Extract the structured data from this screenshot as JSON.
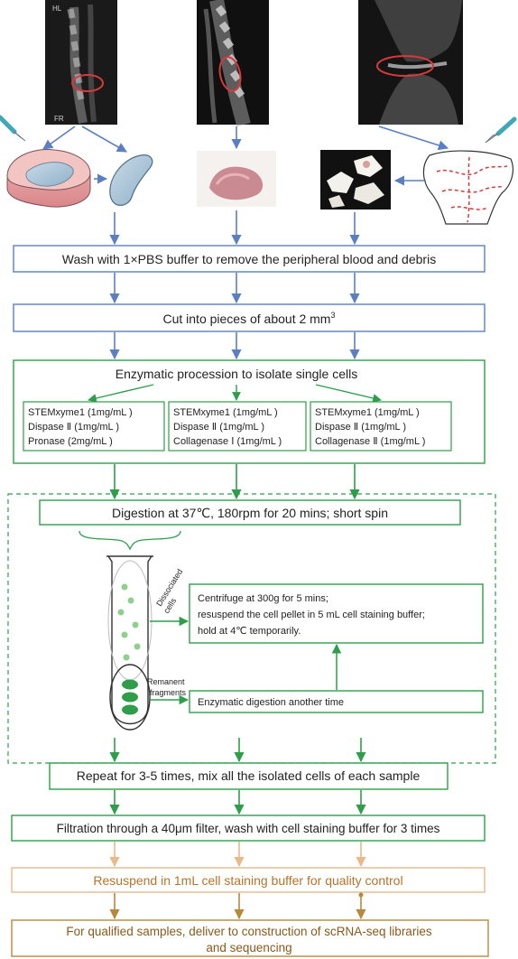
{
  "colors": {
    "blue": "#5b7fc0",
    "green": "#2e9e4a",
    "tan": "#e8b98a",
    "brown": "#b8893a",
    "text": "#222222",
    "red": "#d63a3a"
  },
  "images": {
    "mri_left_label_top": "HL",
    "mri_left_label_bottom": "FR"
  },
  "steps": {
    "wash": "Wash with 1×PBS buffer to remove the peripheral blood and debris",
    "cut_prefix": "Cut into pieces of about 2 mm",
    "cut_sup": "3",
    "enzymatic_title": "Enzymatic procession to isolate single cells",
    "digestion": "Digestion at 37℃, 180rpm for 20 mins; short spin",
    "repeat": "Repeat for 3-5 times, mix all the isolated cells of each sample",
    "filtration": "Filtration through a 40μm filter, wash with cell staining buffer for 3 times",
    "resuspend": "Resuspend in 1mL cell staining buffer for quality control",
    "qualified_line1": "For qualified samples, deliver to construction of scRNA-seq libraries",
    "qualified_line2": "and sequencing"
  },
  "enzyme_boxes": [
    {
      "lines": [
        "STEMxyme1 (1mg/mL )",
        "Dispase Ⅱ (1mg/mL )",
        "Pronase (2mg/mL )"
      ]
    },
    {
      "lines": [
        "STEMxyme1 (1mg/mL )",
        "Dispase Ⅱ (1mg/mL )",
        "Collagenase Ⅰ (1mg/mL )"
      ]
    },
    {
      "lines": [
        "STEMxyme1 (1mg/mL )",
        "Dispase Ⅱ (1mg/mL )",
        "Collagenase Ⅱ (1mg/mL )"
      ]
    }
  ],
  "tube": {
    "dissociated_label_1": "Dissociated",
    "dissociated_label_2": "cells",
    "remanent_label_1": "Remanent",
    "remanent_label_2": "fragments",
    "centrifuge_line1": "Centrifuge at 300g for 5 mins;",
    "centrifuge_line2": "resuspend the cell pellet in 5 mL cell staining buffer;",
    "centrifuge_line3": "hold at  4℃ temporarily.",
    "enzymatic_again": "Enzymatic digestion another time"
  }
}
